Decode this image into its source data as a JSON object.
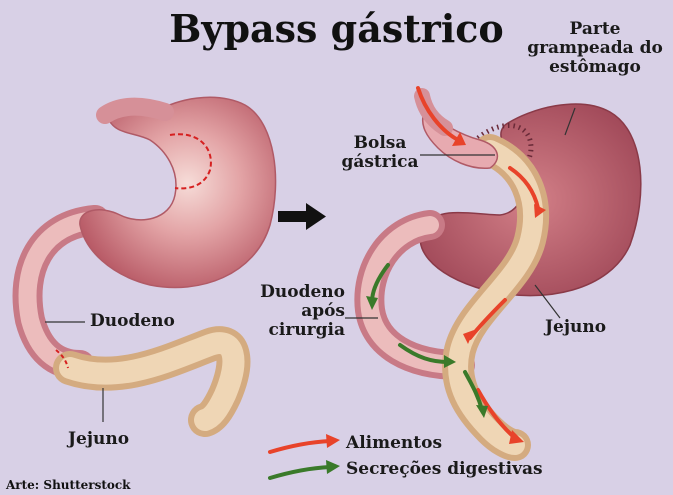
{
  "title": "Bypass gástrico",
  "credit": "Arte: Shutterstock",
  "labels": {
    "duodeno": "Duodeno",
    "jejuno_left": "Jejuno",
    "parte_l1": "Parte",
    "parte_l2": "grampeada do",
    "parte_l3": "estômago",
    "bolsa_l1": "Bolsa",
    "bolsa_l2": "gástrica",
    "duodeno_apos_l1": "Duodeno",
    "duodeno_apos_l2": "após",
    "duodeno_apos_l3": "cirurgia",
    "jejuno_right": "Jejuno"
  },
  "legend": [
    {
      "label": "Alimentos",
      "color": "#e8432a"
    },
    {
      "label": "Secreções digestivas",
      "color": "#3a7a2a"
    }
  ],
  "colors": {
    "background": "#d8d0e6",
    "stomach": "#c8707a",
    "jejunum": "#e8c9a0",
    "cut_line": "#d62020"
  }
}
